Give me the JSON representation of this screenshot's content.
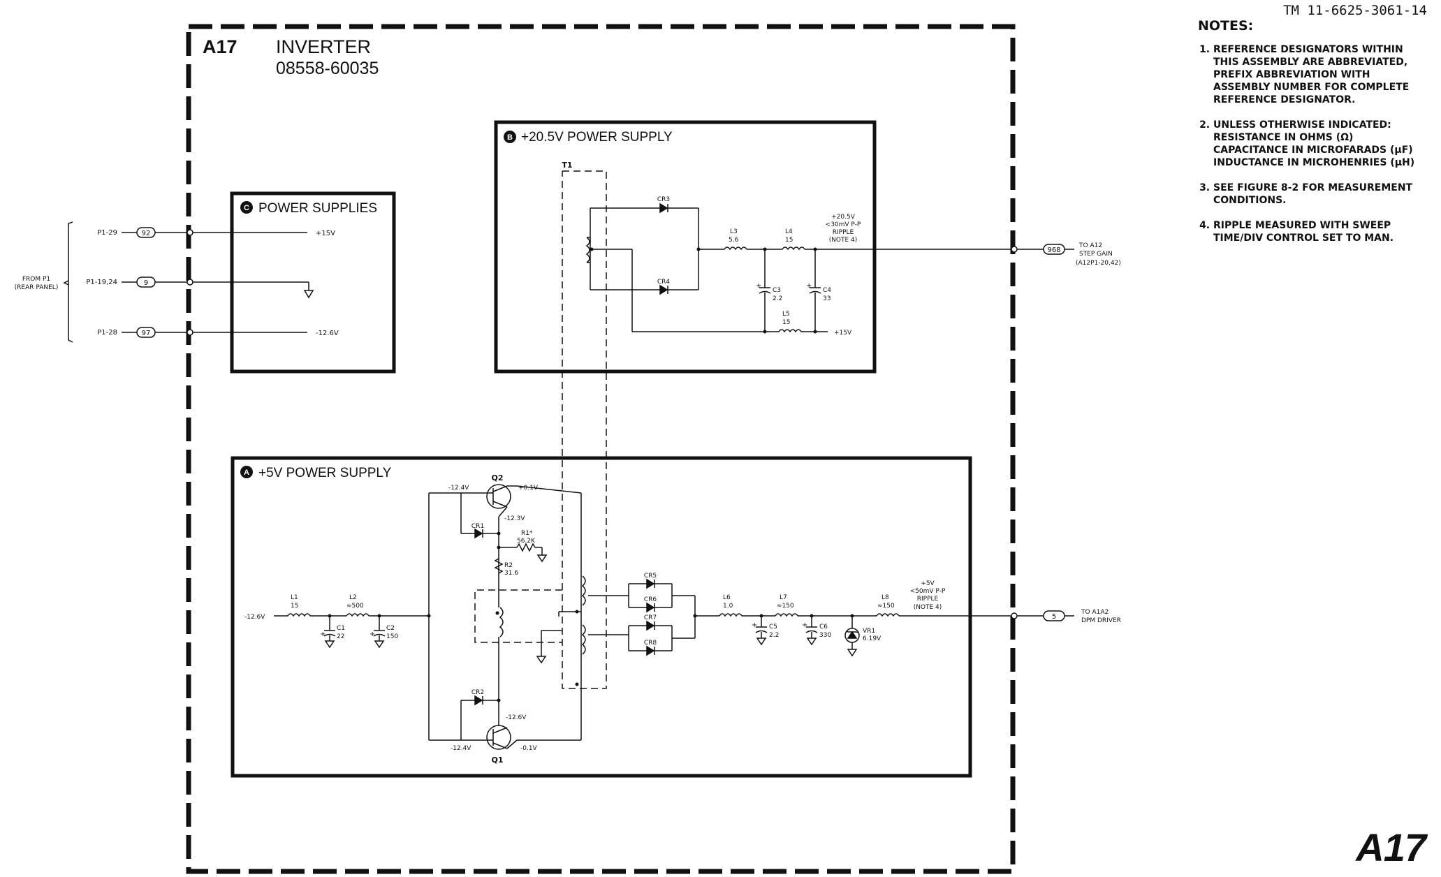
{
  "header": {
    "tm_number": "TM 11-6625-3061-14",
    "assembly_id": "A17",
    "assembly_name": "INVERTER",
    "part_number": "08558-60035",
    "corner_mark": "A17"
  },
  "notes": {
    "title": "NOTES:",
    "items": [
      "REFERENCE DESIGNATORS WITHIN THIS ASSEMBLY ARE ABBREVIATED, PREFIX ABBREVIATION WITH ASSEMBLY NUMBER FOR COMPLETE REFERENCE DESIGNATOR.",
      "UNLESS OTHERWISE INDICATED:\nRESISTANCE IN OHMS (Ω)\nCAPACITANCE IN MICROFARADS (µF)\nINDUCTANCE IN MICROHENRIES (µH)",
      "SEE FIGURE 8-2 FOR MEASUREMENT CONDITIONS.",
      "RIPPLE MEASURED WITH SWEEP TIME/DIV CONTROL SET TO MAN."
    ]
  },
  "sections": {
    "c": {
      "letter": "C",
      "title": "POWER SUPPLIES"
    },
    "b": {
      "letter": "B",
      "title": "+20.5V  POWER  SUPPLY"
    },
    "a": {
      "letter": "A",
      "title": "+5V  POWER  SUPPLY"
    }
  },
  "input": {
    "from_line1": "FROM P1",
    "from_line2": "(REAR PANEL)",
    "pins": [
      {
        "pin": "P1-29",
        "wire": "92",
        "voltage": "+15V"
      },
      {
        "pin": "P1-19,24",
        "wire": "9",
        "voltage": ""
      },
      {
        "pin": "P1-28",
        "wire": "97",
        "voltage": "-12.6V"
      }
    ]
  },
  "supply_b": {
    "transformer": "T1",
    "cr3": "CR3",
    "cr4": "CR4",
    "l3": {
      "ref": "L3",
      "value": "5.6"
    },
    "l4": {
      "ref": "L4",
      "value": "15"
    },
    "l5": {
      "ref": "L5",
      "value": "15"
    },
    "c3": {
      "ref": "C3",
      "value": "2.2"
    },
    "c4": {
      "ref": "C4",
      "value": "33"
    },
    "out_label": [
      "+20.5V",
      "<30mV P-P",
      "RIPPLE",
      "(NOTE 4)"
    ],
    "v15": "+15V",
    "wire": "968",
    "dest": [
      "TO A12",
      "STEP GAIN",
      "(A12P1-20,42)"
    ]
  },
  "supply_a": {
    "in_voltage": "-12.6V",
    "l1": {
      "ref": "L1",
      "value": "15"
    },
    "l2": {
      "ref": "L2",
      "value": "≈500"
    },
    "c1": {
      "ref": "C1",
      "value": "22"
    },
    "c2": {
      "ref": "C2",
      "value": "150"
    },
    "q2": "Q2",
    "q1": "Q1",
    "v_q2_c": "-12.4V",
    "v_q2_e": "+0.1V",
    "v_q2_b": "-12.3V",
    "cr1": "CR1",
    "cr2": "CR2",
    "r1": {
      "ref": "R1*",
      "value": "56.2K"
    },
    "r2": {
      "ref": "R2",
      "value": "31.6"
    },
    "v_q1_b": "-12.6V",
    "v_q1_c": "-12.4V",
    "v_q1_e": "-0.1V",
    "cr5": "CR5",
    "cr6": "CR6",
    "cr7": "CR7",
    "cr8": "CR8",
    "l6": {
      "ref": "L6",
      "value": "1.0"
    },
    "l7": {
      "ref": "L7",
      "value": "≈150"
    },
    "l8": {
      "ref": "L8",
      "value": "≈150"
    },
    "c5": {
      "ref": "C5",
      "value": "2.2"
    },
    "c6": {
      "ref": "C6",
      "value": "330"
    },
    "vr1": {
      "ref": "VR1",
      "value": "6.19V"
    },
    "out_label": [
      "+5V",
      "<50mV P-P",
      "RIPPLE",
      "(NOTE 4)"
    ],
    "wire": "5",
    "dest": [
      "TO A1A2",
      "DPM DRIVER"
    ]
  },
  "colors": {
    "ink": "#111111",
    "paper": "#ffffff"
  }
}
